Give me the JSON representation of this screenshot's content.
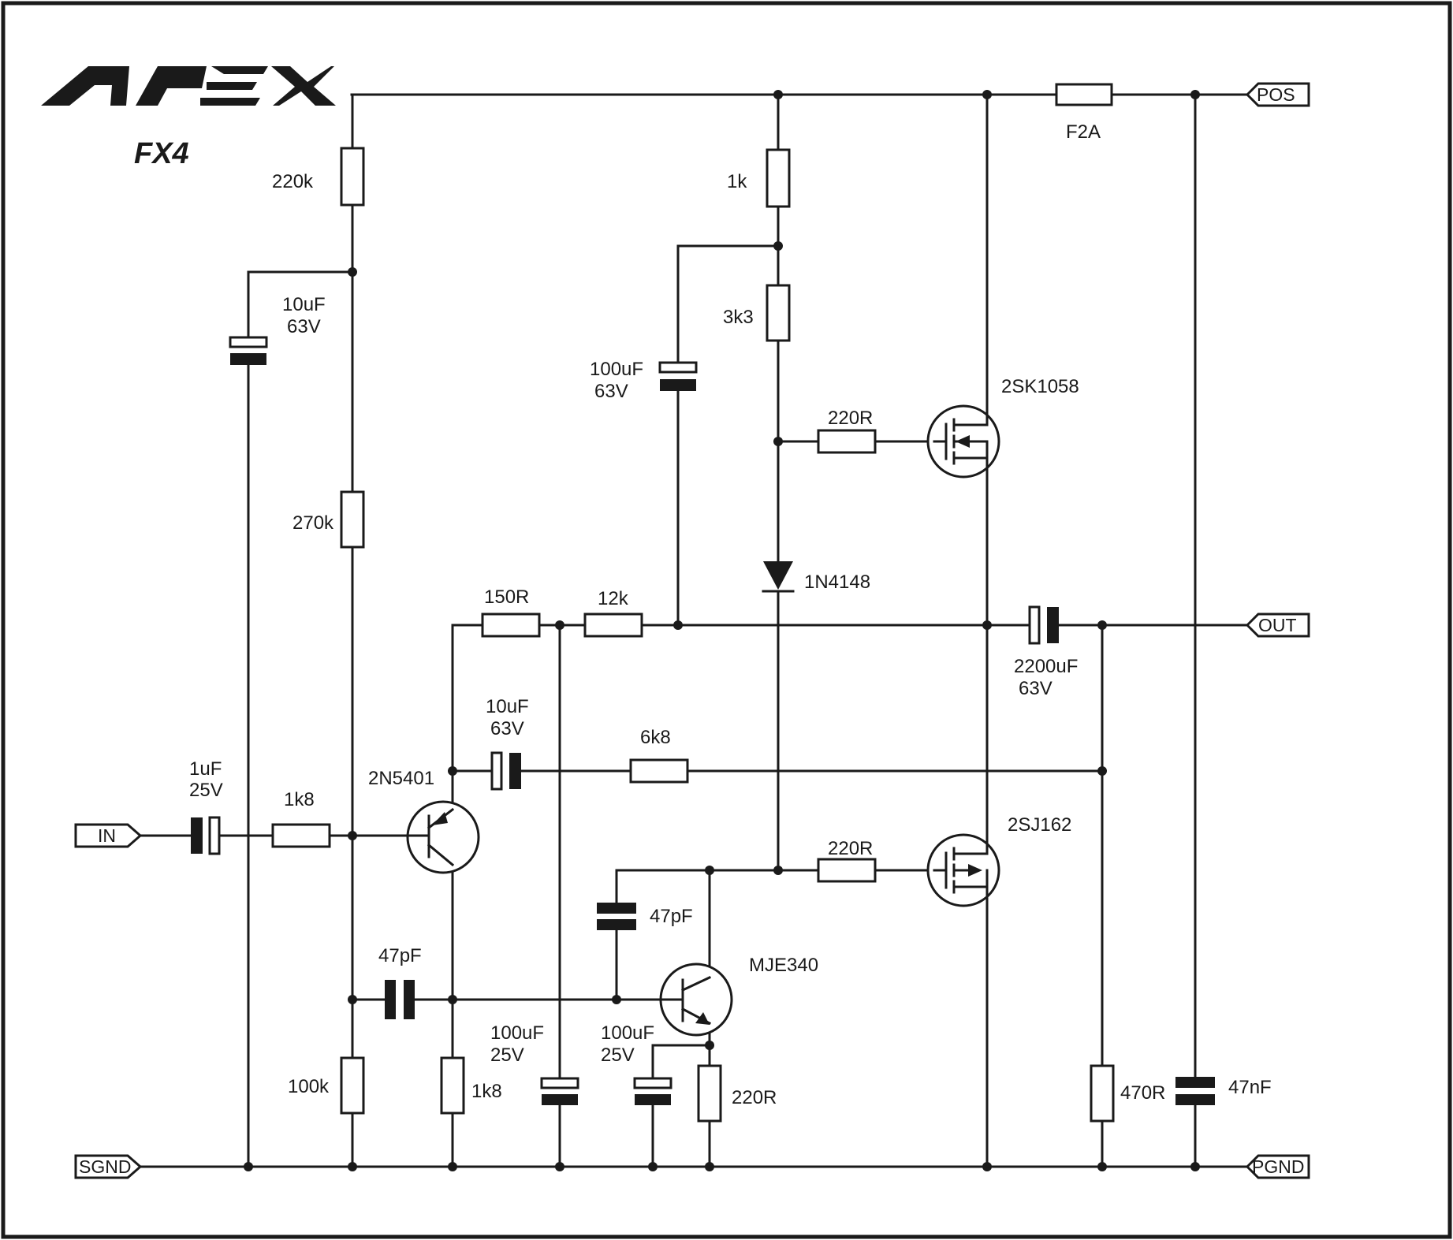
{
  "brand": {
    "logo_text": "APEX",
    "model": "FX4"
  },
  "ports": {
    "pos": "POS",
    "out": "OUT",
    "in": "IN",
    "sgnd": "SGND",
    "pgnd": "PGND"
  },
  "fuse": {
    "label": "F2A"
  },
  "resistors": {
    "r220k": "220k",
    "r270k": "270k",
    "r100k": "100k",
    "r1k8_in": "1k8",
    "r1k8_emitter": "1k8",
    "r1k": "1k",
    "r3k3": "3k3",
    "r220r_top": "220R",
    "r220r_bottom": "220R",
    "r220r_vas": "220R",
    "r150r": "150R",
    "r12k": "12k",
    "r6k8": "6k8",
    "r470r": "470R"
  },
  "capacitors": {
    "c10u_bias": [
      "10uF",
      "63V"
    ],
    "c100u_boot": [
      "100uF",
      "63V"
    ],
    "c10u_fb": [
      "10uF",
      "63V"
    ],
    "c1u_in": [
      "1uF",
      "25V"
    ],
    "c47p_in": "47pF",
    "c47p_miller": "47pF",
    "c100u_a": [
      "100uF",
      "25V"
    ],
    "c100u_b": [
      "100uF",
      "25V"
    ],
    "c2200u": [
      "2200uF",
      "63V"
    ],
    "c47n": "47nF"
  },
  "semiconductors": {
    "q_input": "2N5401",
    "q_vas": "MJE340",
    "q_top": "2SK1058",
    "q_bottom": "2SJ162",
    "diode": "1N4148"
  }
}
